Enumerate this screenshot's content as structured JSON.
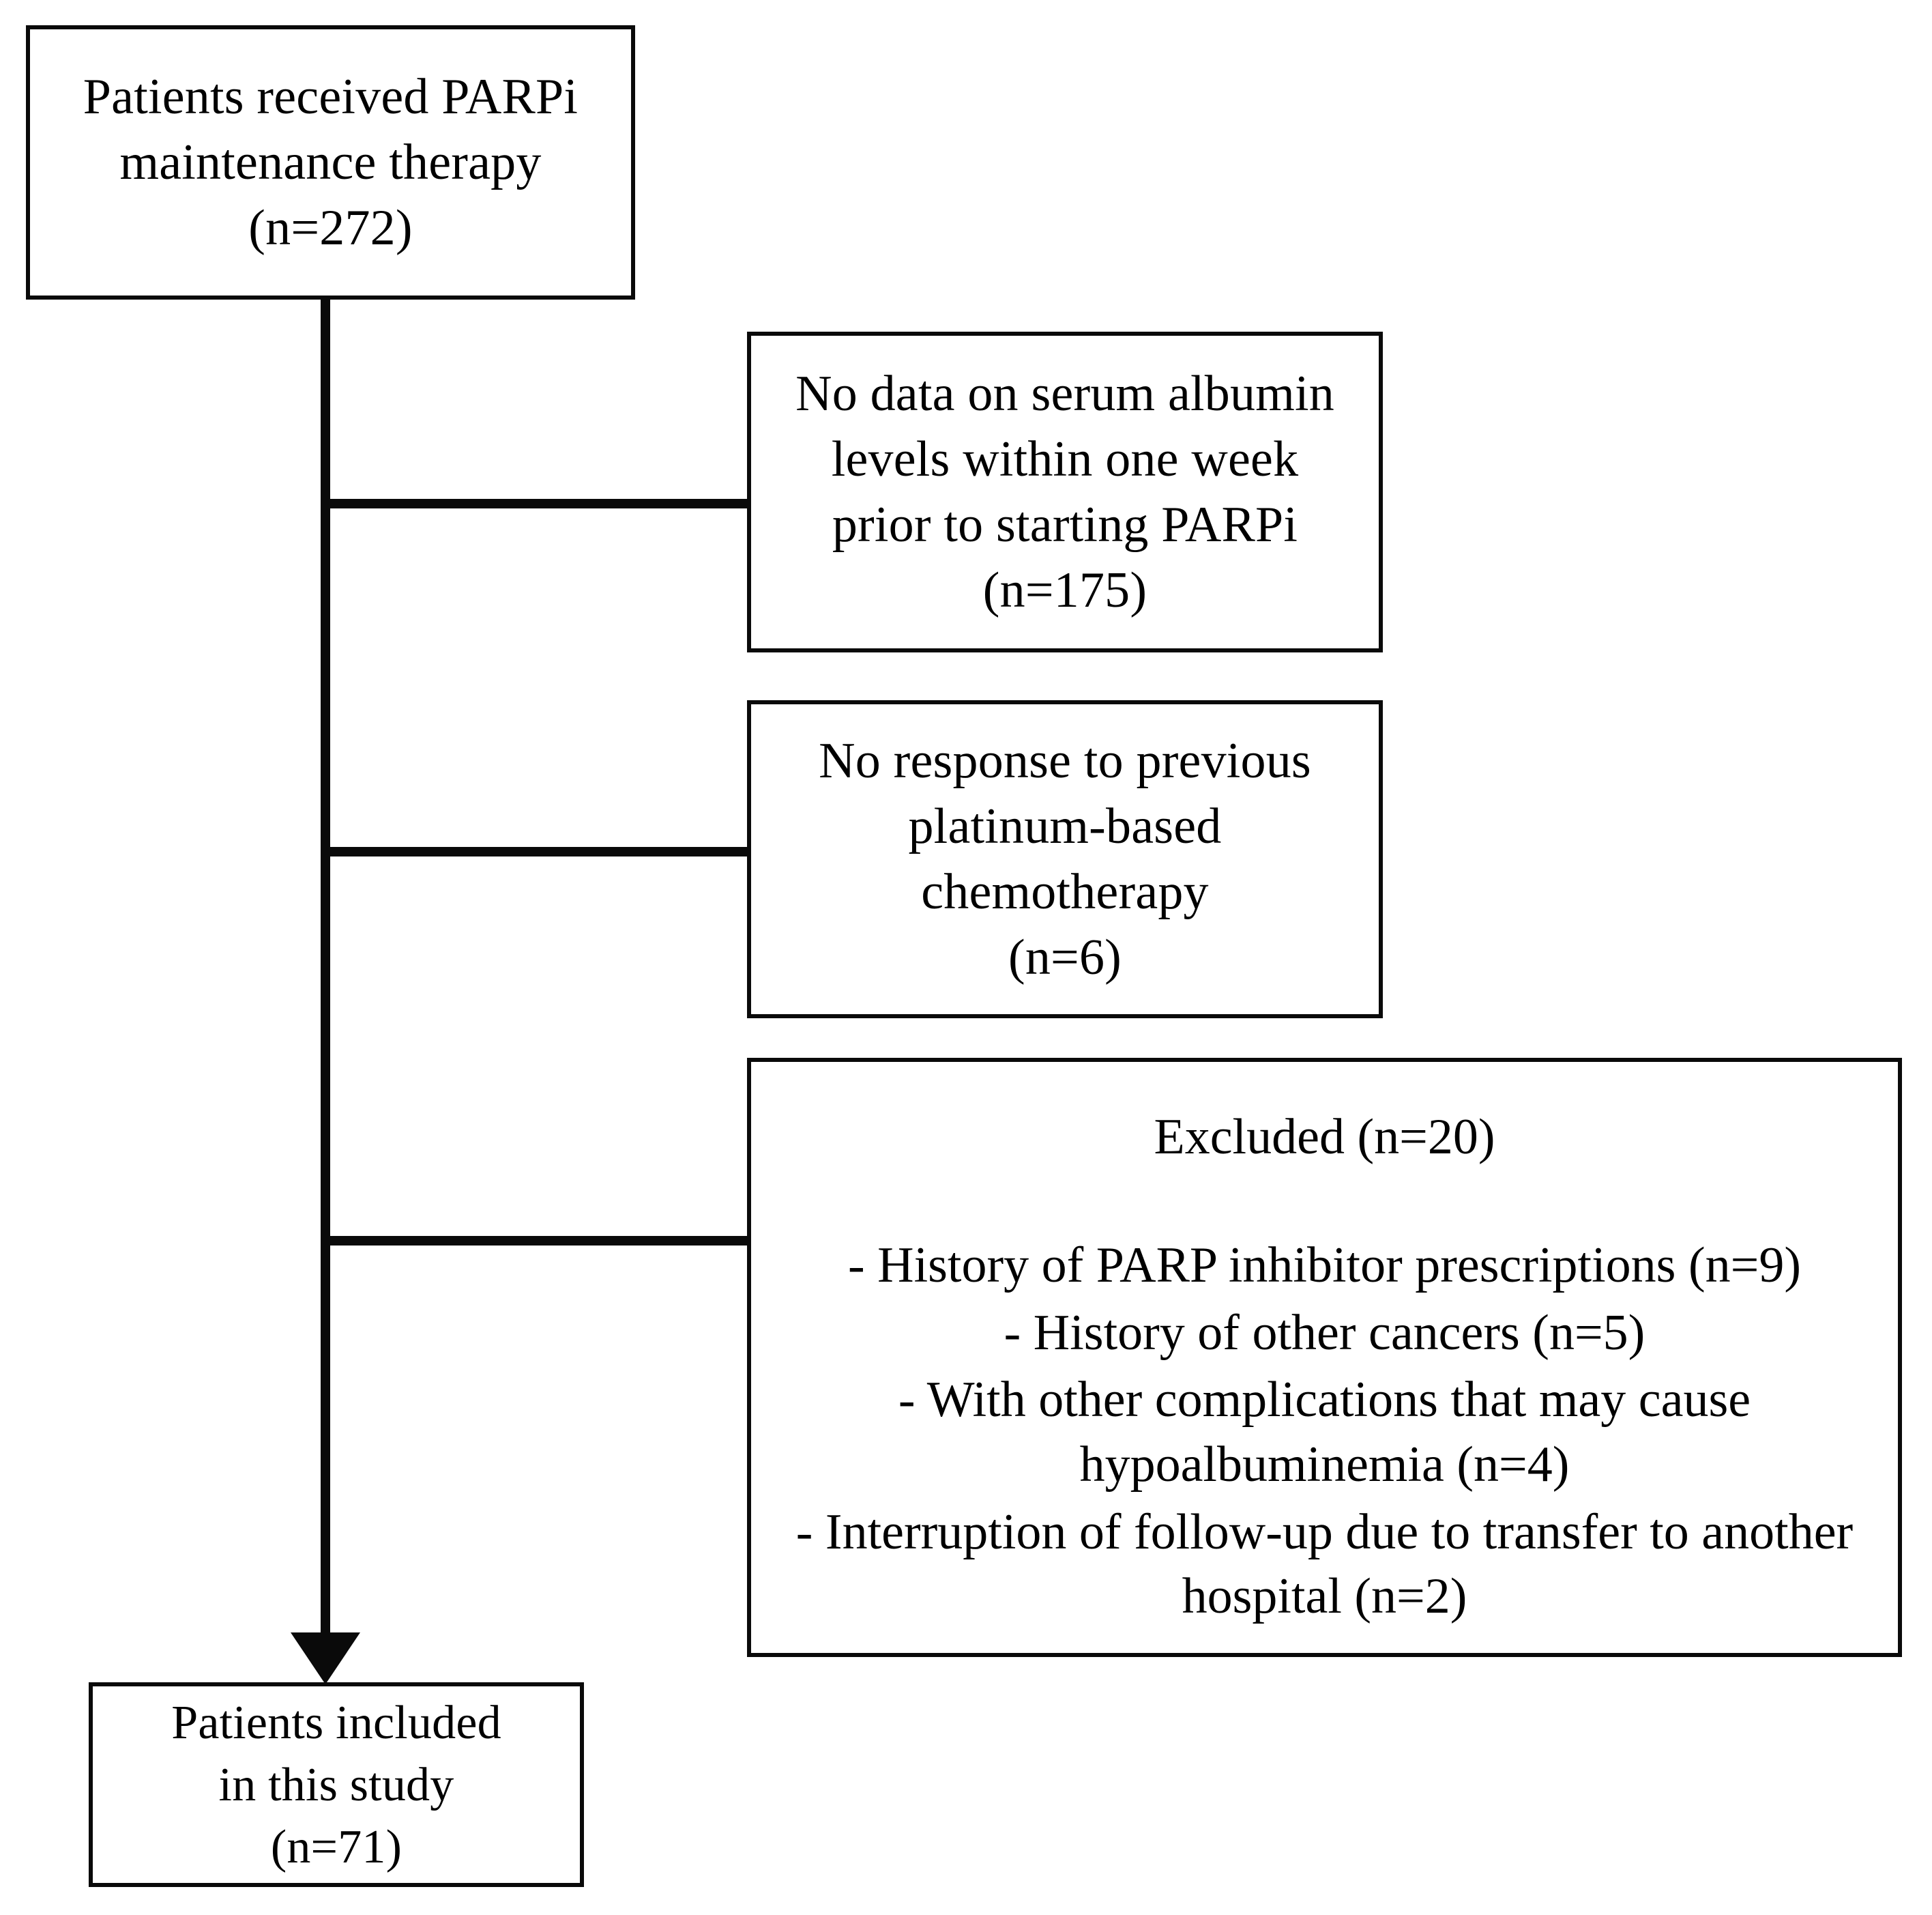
{
  "figure": {
    "type": "study-flow-diagram",
    "background_color": "#ffffff",
    "line_color": "#0a0a0a"
  },
  "nodes": {
    "source": {
      "label": "Patients received PARPi\nmaintenance therapy\n(n=272)",
      "count": 272
    },
    "excluded_albumin": {
      "label": "No data on serum albumin\nlevels within one week\nprior to starting PARPi\n(n=175)",
      "count": 175
    },
    "excluded_platinum": {
      "label": "No response to previous\nplatinum-based\nchemotherapy\n(n=6)",
      "count": 6
    },
    "excluded_other": {
      "title": "Excluded (n=20)",
      "count": 20,
      "items": [
        "-   History of PARP inhibitor prescriptions (n=9)",
        "-   History of other cancers (n=5)",
        "-   With other complications that may cause hypoalbuminemia (n=4)",
        "-   Interruption of follow-up due to transfer to another hospital (n=2)"
      ],
      "item_counts": [
        9,
        5,
        4,
        2
      ]
    },
    "included": {
      "label": "Patients included\nin this study\n(n=71)",
      "count": 71
    }
  },
  "connectors": {
    "spine_label": "main-flow-line",
    "branch_labels": [
      "branch-to-excluded-albumin",
      "branch-to-excluded-platinum",
      "branch-to-excluded-other"
    ],
    "arrow_label": "arrow-to-included"
  }
}
